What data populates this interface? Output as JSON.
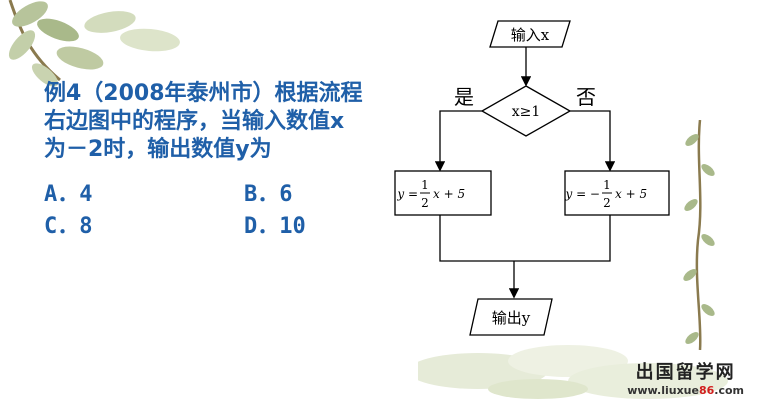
{
  "question": {
    "lines": [
      "例4（2008年泰州市）根据流程",
      "右边图中的程序，当输入数值x",
      "为－2时，输出数值y为"
    ],
    "options": {
      "a": "A．4",
      "b": "B．6",
      "c": "C．8",
      "d": "D．10"
    }
  },
  "flowchart": {
    "input_label": "输入x",
    "condition_label": "x≥1",
    "yes_label": "是",
    "no_label": "否",
    "yes_formula": {
      "lhs": "y = ",
      "num": "1",
      "den": "2",
      "rhs": "x + 5"
    },
    "no_formula": {
      "lhs": "y = −",
      "num": "1",
      "den": "2",
      "rhs": "x + 5"
    },
    "output_label": "输出y"
  },
  "watermark": {
    "title": "出国留学网",
    "url_prefix": "www.liuxue",
    "url_highlight": "86",
    "url_suffix": ".com"
  },
  "colors": {
    "text_blue": "#1f5fa8",
    "leaf_green": "#a9b98a",
    "stem_brown": "#8a7a4e",
    "watermark_red": "#d21f1f"
  }
}
